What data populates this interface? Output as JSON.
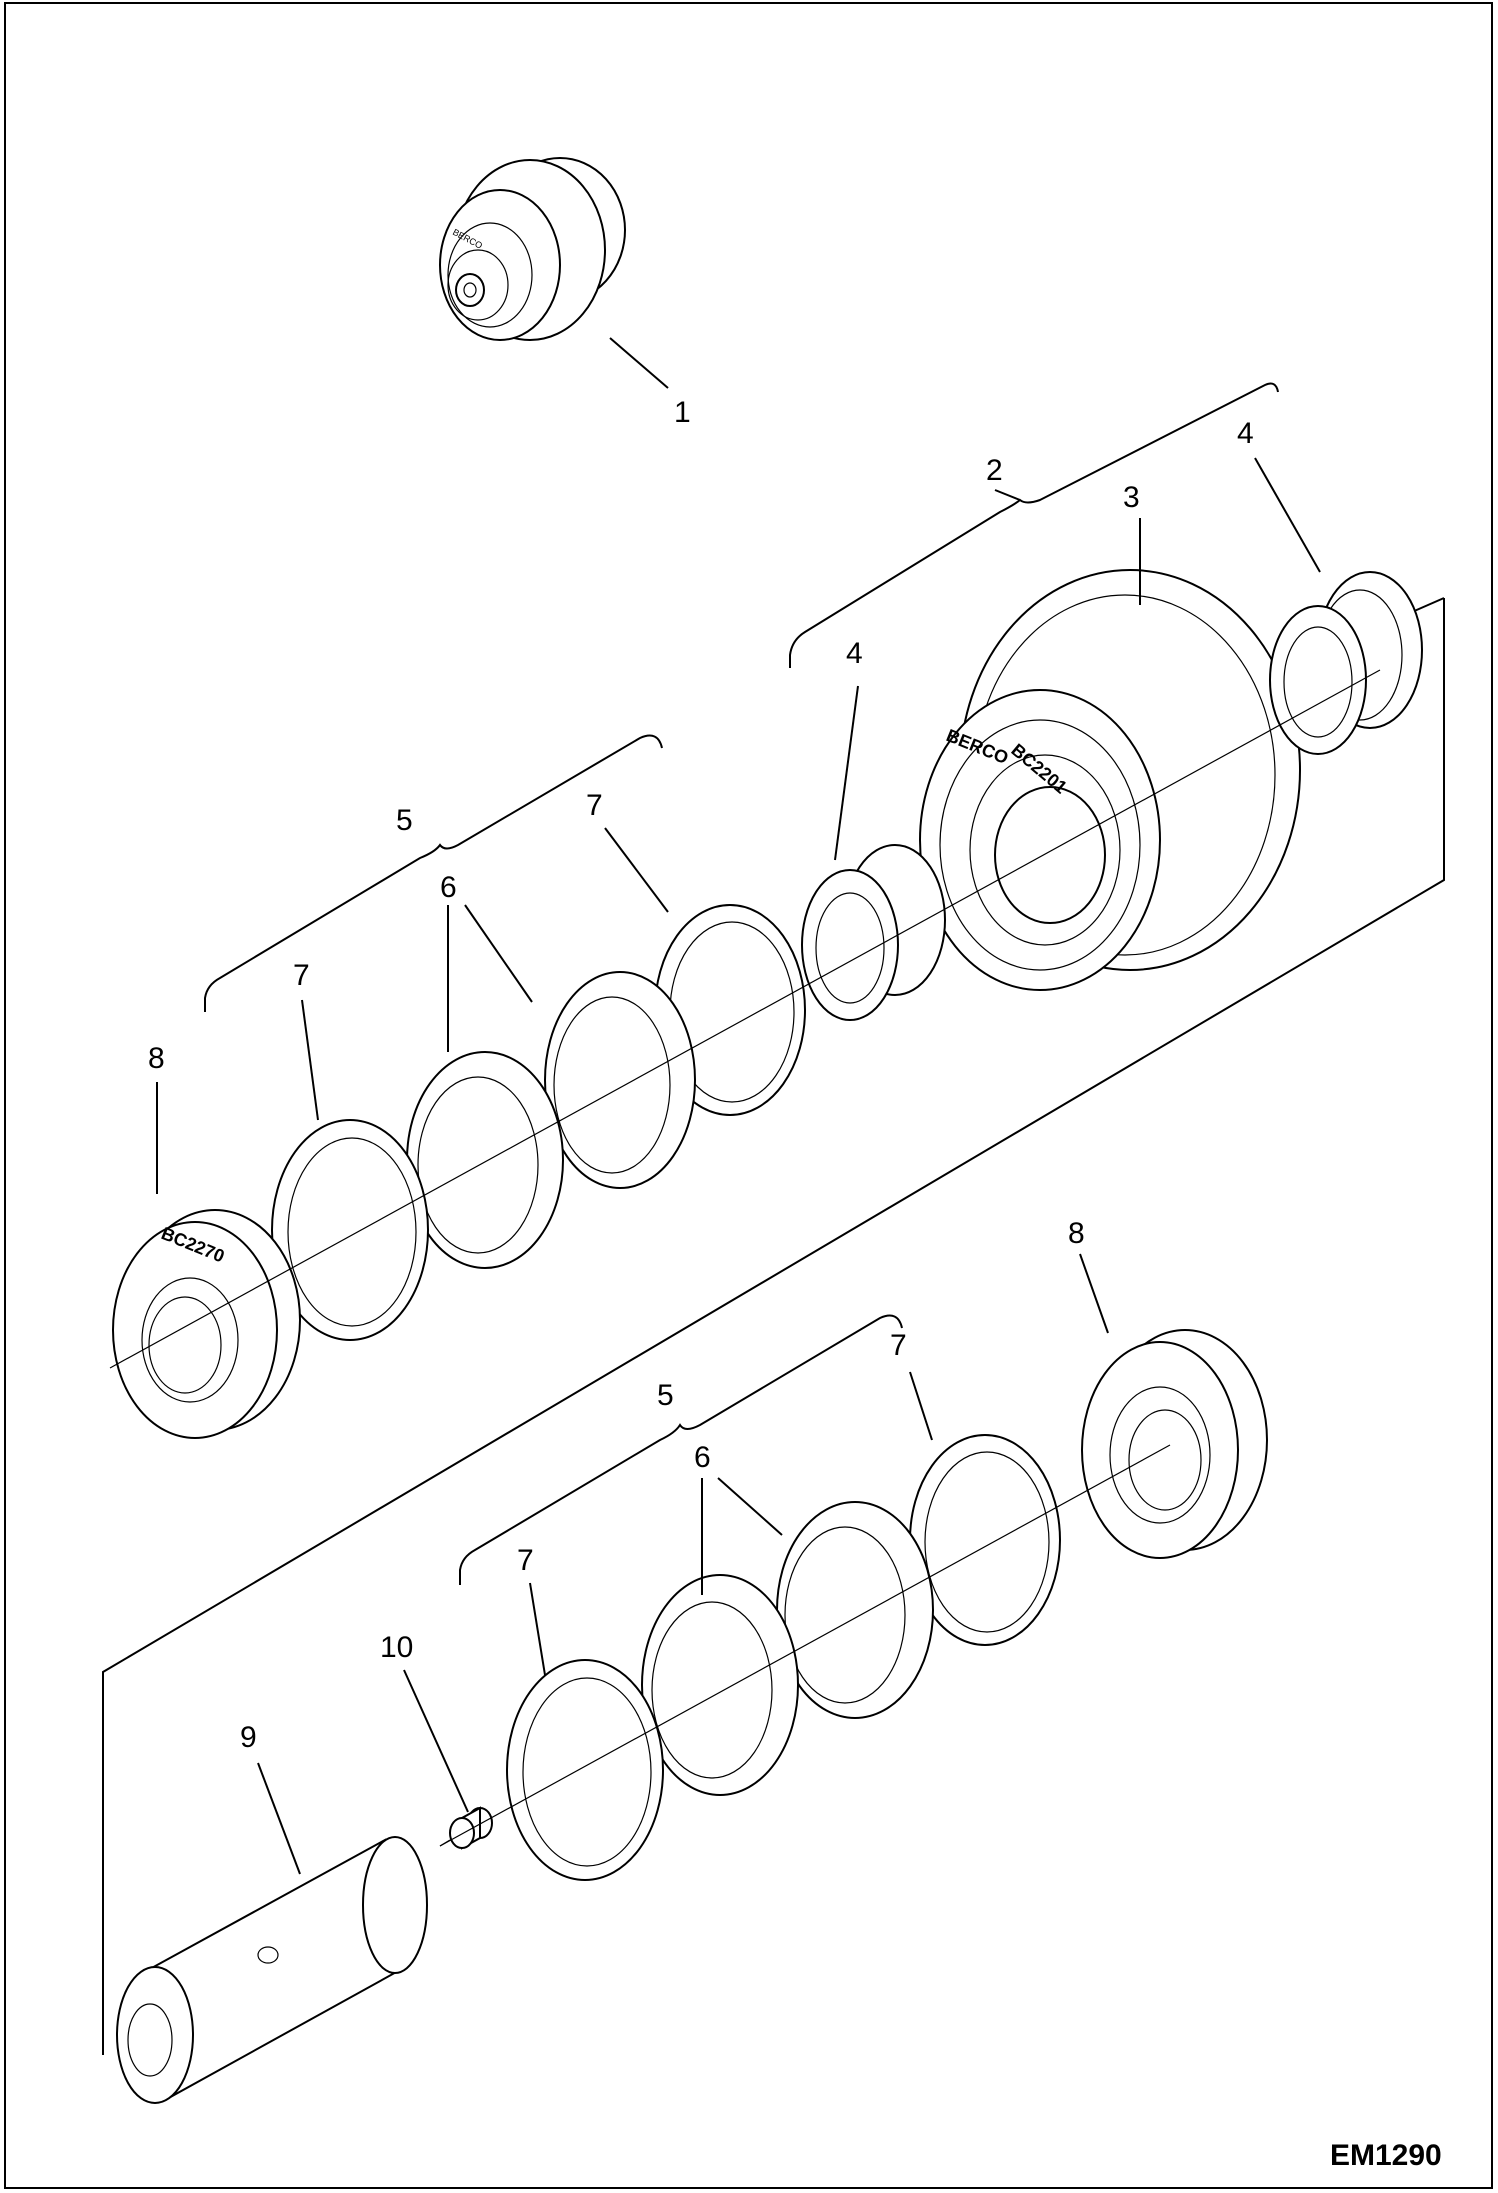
{
  "drawing_code": "EM1290",
  "callouts": {
    "c1": "1",
    "c2": "2",
    "c3": "3",
    "c4a": "4",
    "c4b": "4",
    "c5a": "5",
    "c5b": "5",
    "c6a": "6",
    "c6b": "6",
    "c7a": "7",
    "c7b": "7",
    "c7c": "7",
    "c7d": "7",
    "c8a": "8",
    "c8b": "8",
    "c9": "9",
    "c10": "10"
  },
  "markings": {
    "roller_brand": "BERCO",
    "roller_code": "BC2201",
    "collar_code": "BC2270"
  }
}
